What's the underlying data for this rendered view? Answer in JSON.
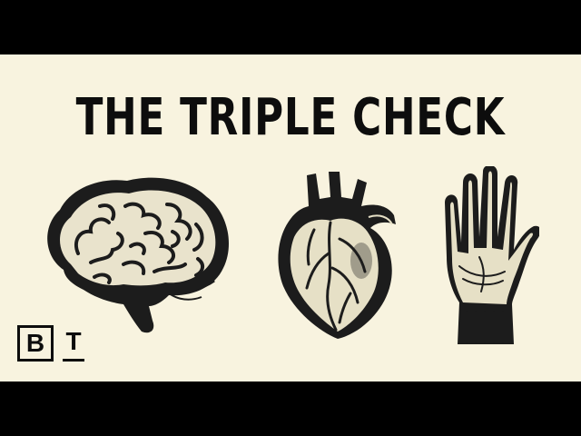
{
  "title": "THE TRIPLE CHECK",
  "illustrations": {
    "brain": "brain-icon",
    "heart": "heart-icon",
    "hand": "hand-icon"
  },
  "logo": {
    "b": "B",
    "t": "T"
  },
  "colors": {
    "background": "#f8f3df",
    "letterbox": "#000000",
    "ink": "#0d0d0d"
  }
}
